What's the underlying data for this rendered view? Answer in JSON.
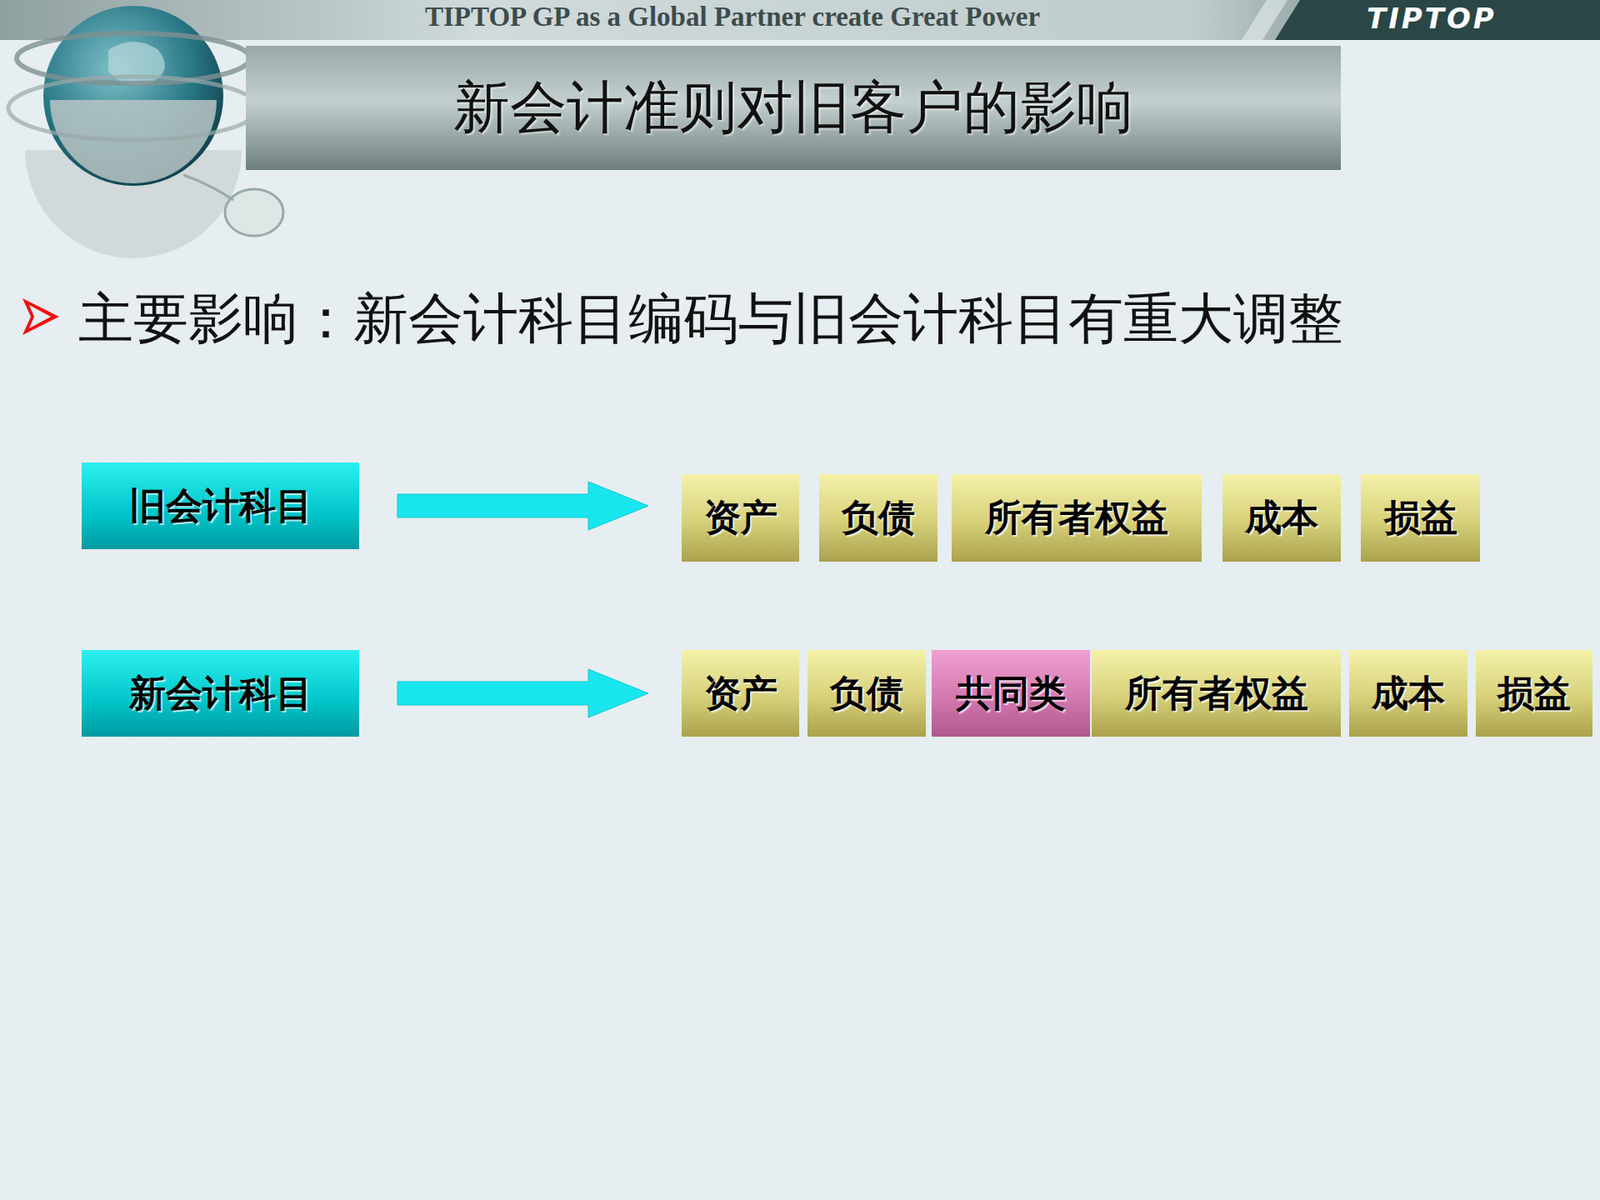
{
  "diagram": {
    "title": "新会计准则对旧客户的影响",
    "nodes": [
      {
        "text": [
          "旧会计科目"
        ]
      },
      {
        "text": [
          "资产"
        ]
      },
      {
        "text": [
          "负债"
        ]
      },
      {
        "text": [
          "所有者权益"
        ]
      },
      {
        "text": [
          "成本"
        ]
      },
      {
        "text": [
          "损益"
        ]
      },
      {
        "text": [
          "新会计科目"
        ]
      },
      {
        "text": [
          "资产"
        ]
      },
      {
        "text": [
          "负债"
        ]
      },
      {
        "text": [
          "共同类"
        ]
      },
      {
        "text": [
          "所有者权益"
        ]
      },
      {
        "text": [
          "成本"
        ]
      },
      {
        "text": [
          "损益"
        ]
      }
    ],
    "edges": [
      {
        "from": 0,
        "to": 1,
        "arrow": "to"
      },
      {
        "from": 6,
        "to": 7,
        "arrow": "to"
      }
    ],
    "labels": [
      "TIPTOP GP as a Global Partner create Great Power",
      "TIPTOP",
      "主要影响：新会计科目编码与旧会计科目有重大调整"
    ]
  }
}
